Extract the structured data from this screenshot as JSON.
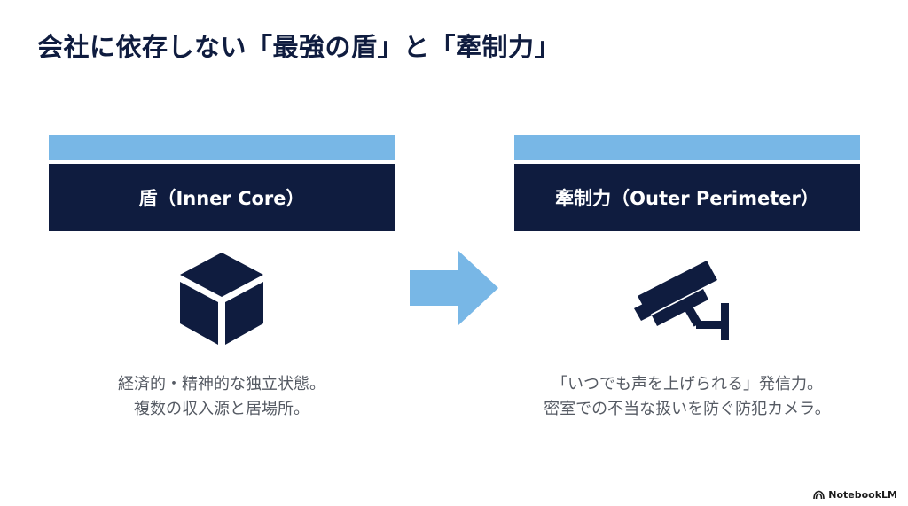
{
  "title": "会社に依存しない「最強の盾」と「牽制力」",
  "left": {
    "header": "盾（Inner Core）",
    "icon": "cube-icon",
    "lines": [
      "経済的・精神的な独立状態。",
      "複数の収入源と居場所。"
    ]
  },
  "right": {
    "header": "牽制力（Outer Perimeter）",
    "icon": "security-camera-icon",
    "lines": [
      "「いつでも声を上げられる」発信力。",
      "密室での不当な扱いを防ぐ防犯カメラ。"
    ]
  },
  "arrow": {
    "icon": "right-arrow-icon"
  },
  "brand": {
    "label": "NotebookLM",
    "icon": "notebooklm-logo-icon"
  },
  "colors": {
    "navy": "#0f1c3f",
    "accent_blue": "#78b7e6",
    "text_gray": "#555a63"
  }
}
